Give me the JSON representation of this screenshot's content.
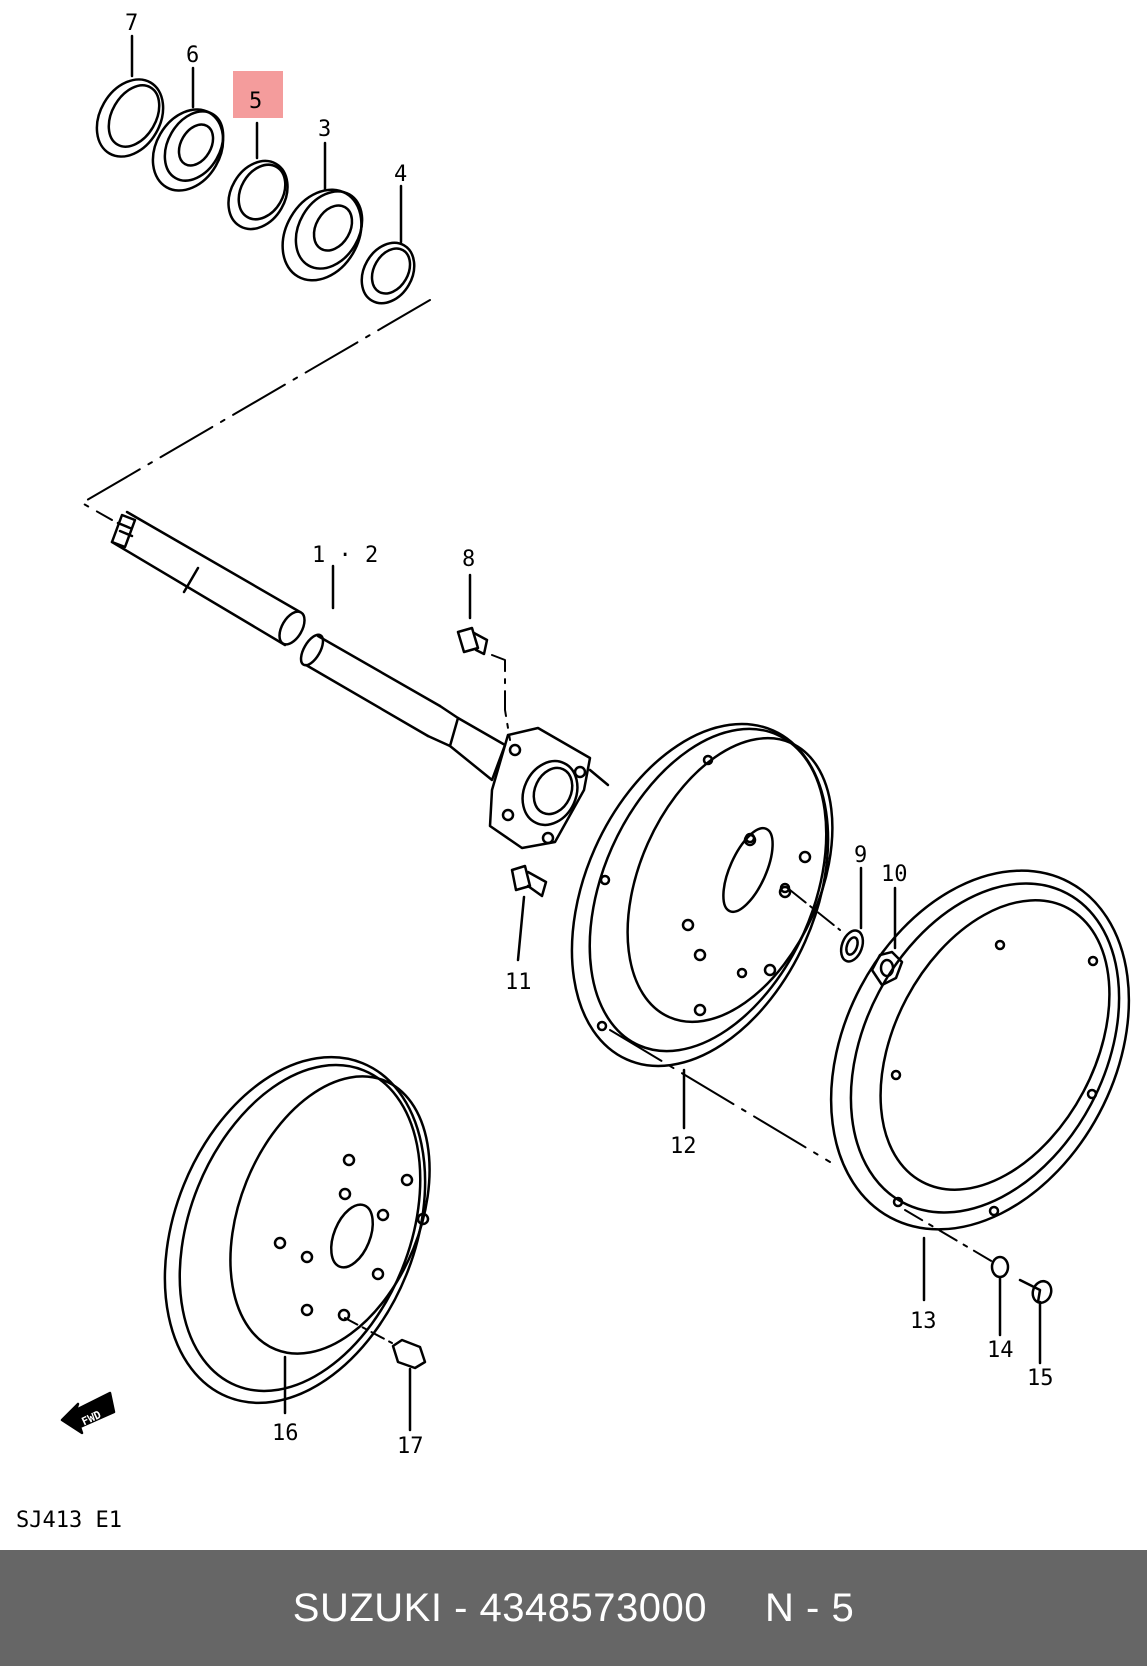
{
  "diagram": {
    "callouts": {
      "c7": "7",
      "c6": "6",
      "c5": "5",
      "c3": "3",
      "c4": "4",
      "c12": "1 · 2",
      "c8": "8",
      "c9": "9",
      "c10": "10",
      "c11": "11",
      "c12b": "12",
      "c13": "13",
      "c14": "14",
      "c15": "15",
      "c16": "16",
      "c17": "17"
    },
    "highlight_color": "#f28b8b",
    "fwd_arrow": "FWD",
    "model_code": "SJ413 E1"
  },
  "footer": {
    "brand": "SUZUKI",
    "part_number": "4348573000",
    "ref": "N - 5",
    "background": "#666666"
  }
}
